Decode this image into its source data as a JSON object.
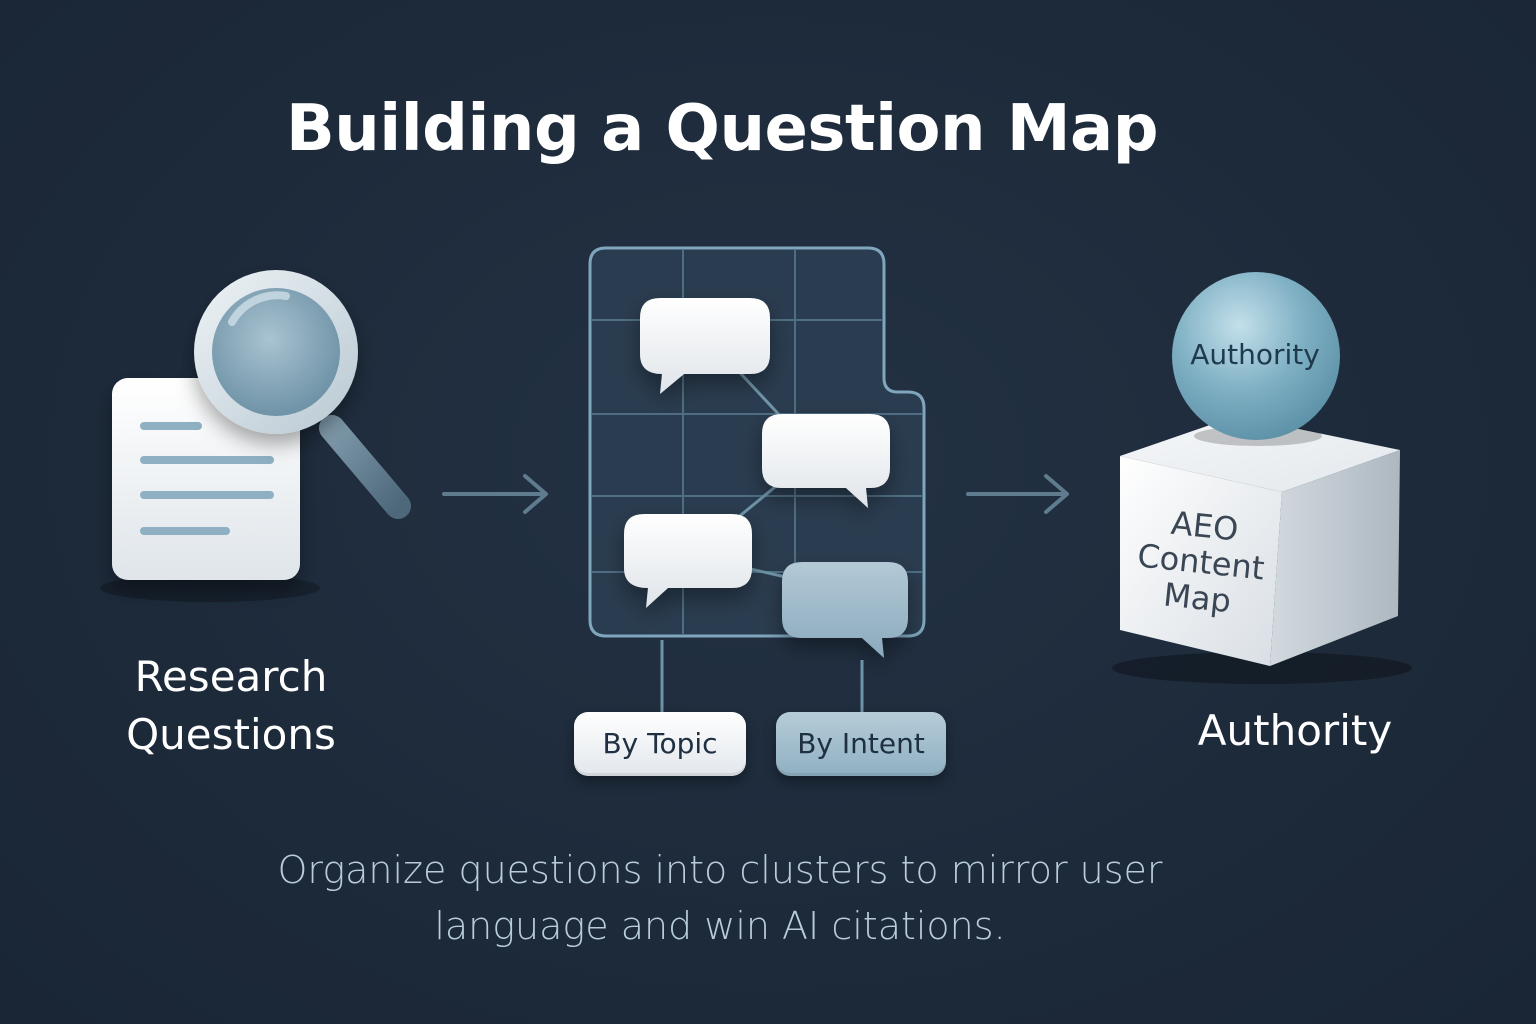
{
  "title": "Building a Question Map",
  "steps": {
    "research": {
      "label_line1": "Research",
      "label_line2": "Questions",
      "icon": "document-magnifier-icon"
    },
    "map": {
      "icon": "question-grid-map-icon",
      "filters": [
        "By Topic",
        "By Intent"
      ]
    },
    "authority": {
      "sphere_label": "Authority",
      "cube_label_line1": "AEO",
      "cube_label_line2": "Content",
      "cube_label_line3": "Map",
      "label": "Authority"
    }
  },
  "caption": {
    "line1": "Organize questions into clusters to mirror user",
    "line2": "language and win AI citations."
  },
  "colors": {
    "background": "#1e2b3b",
    "accent": "#8fb0c2",
    "text": "#ffffff",
    "caption": "#b9cdd9"
  }
}
